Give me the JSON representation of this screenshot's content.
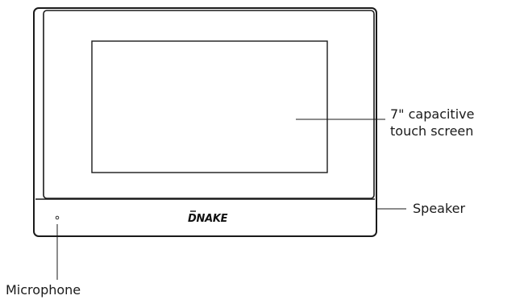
{
  "device": {
    "brand_logo": "DNAKE",
    "colors": {
      "outline": "#1a1a1a",
      "background": "#ffffff"
    }
  },
  "callouts": {
    "screen_line1": "7\" capacitive",
    "screen_line2": "touch screen",
    "speaker": "Speaker",
    "microphone": "Microphone"
  }
}
